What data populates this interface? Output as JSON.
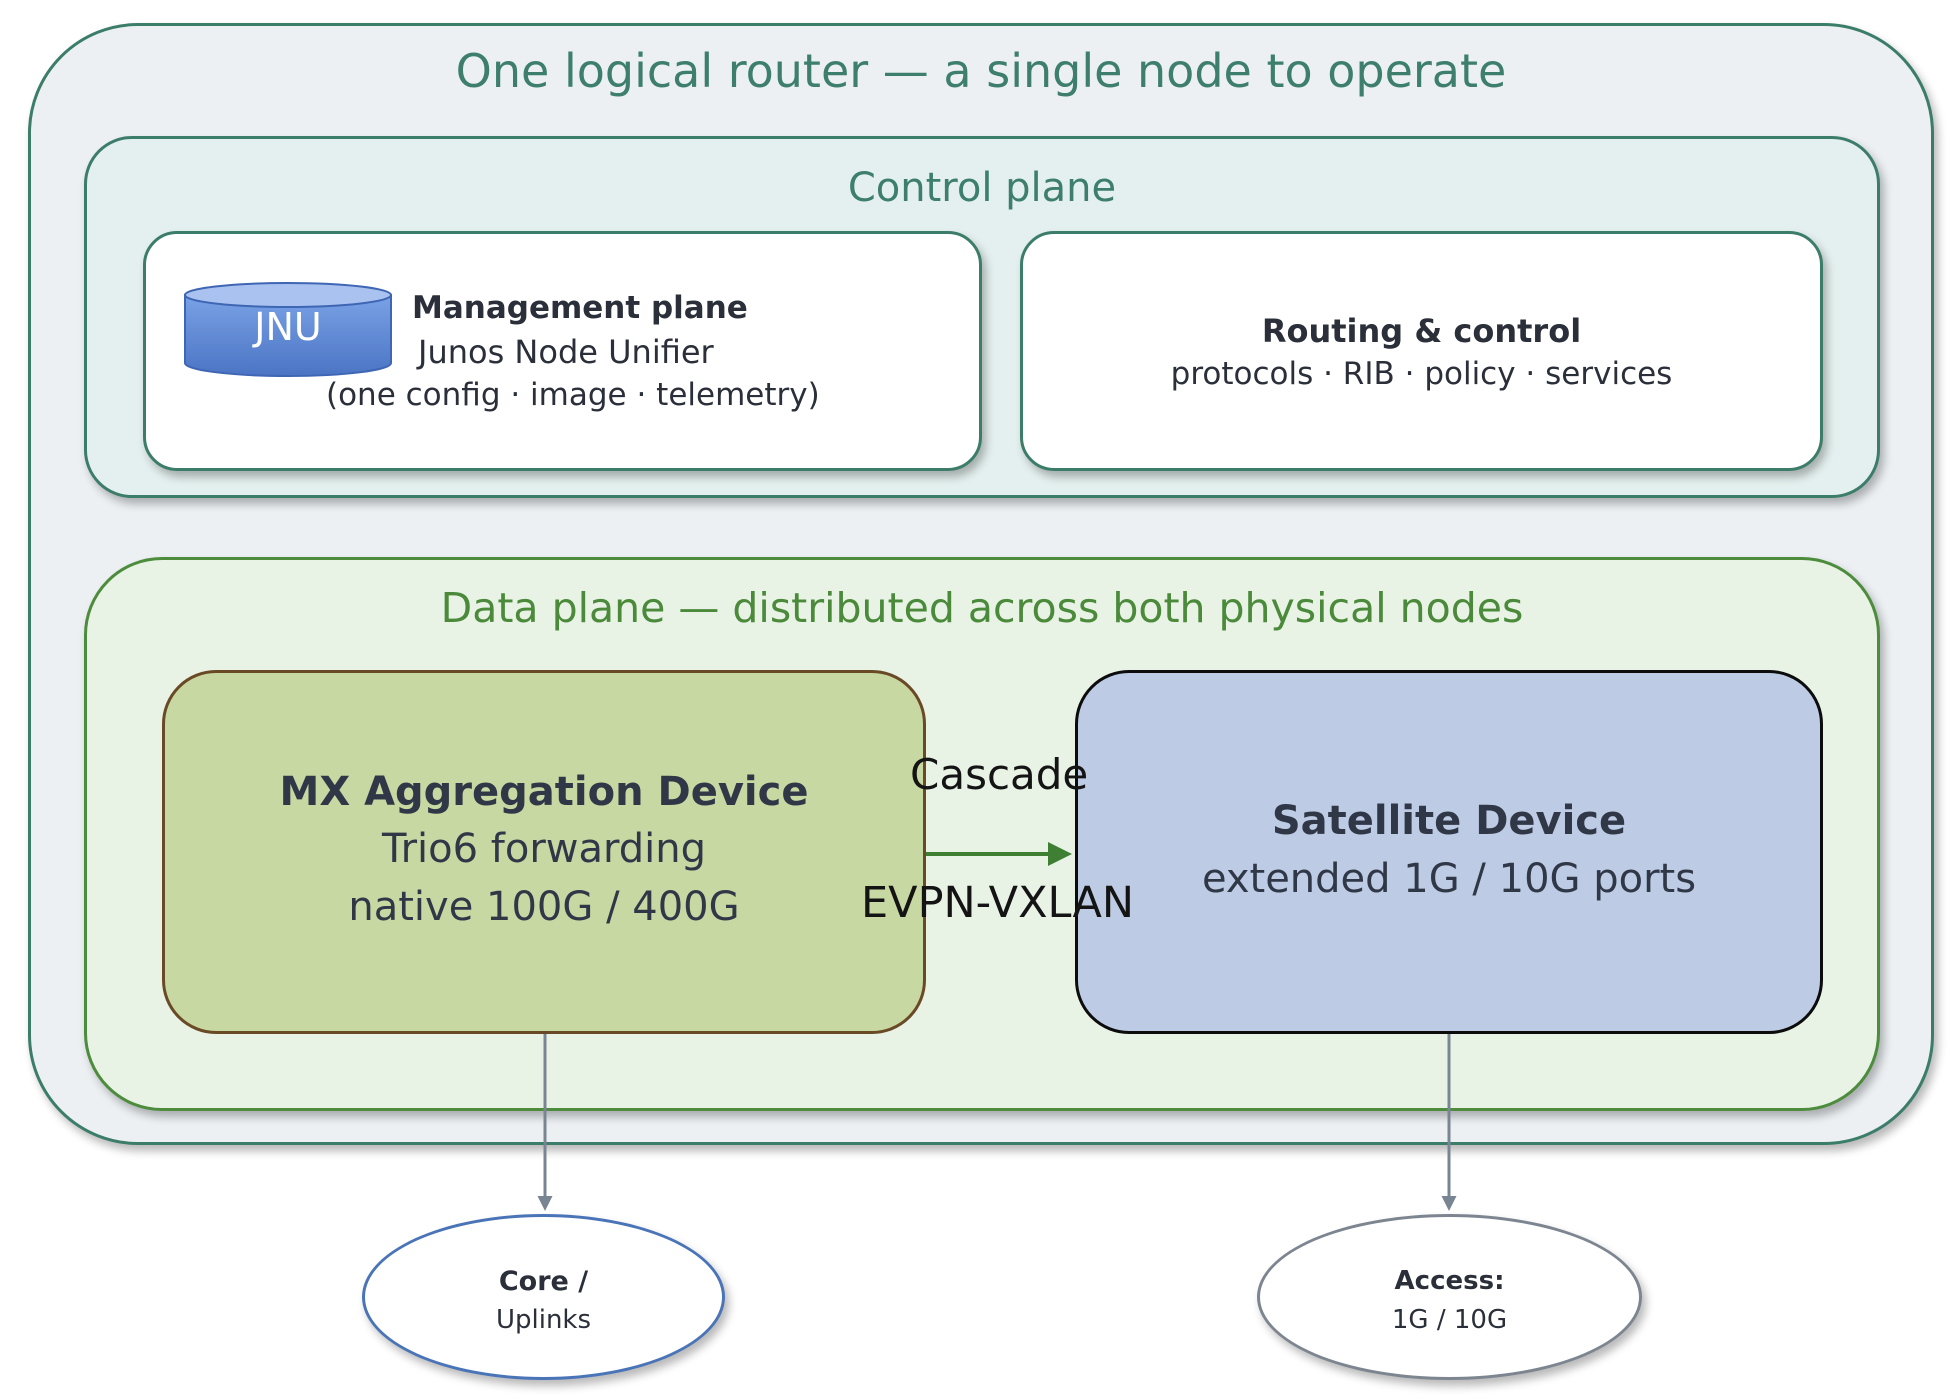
{
  "router": {
    "title": "One logical router — a single node to operate"
  },
  "control_plane": {
    "title": "Control plane",
    "management": {
      "icon_label": "JNU",
      "icon": "database-cylinder-icon",
      "title": "Management plane",
      "name": "Junos Node Unifier",
      "note": "(one config · image · telemetry)"
    },
    "routing": {
      "title": "Routing & control",
      "subtitle": "protocols · RIB · policy · services"
    }
  },
  "data_plane": {
    "title": "Data plane — distributed across both physical nodes",
    "mx_device": {
      "title": "MX Aggregation Device",
      "line1": "Trio6 forwarding",
      "line2": "native 100G / 400G"
    },
    "satellite_device": {
      "title": "Satellite Device",
      "line1": "extended 1G / 10G ports"
    },
    "link": {
      "label_top": "Cascade",
      "label_bottom": "EVPN-VXLAN"
    }
  },
  "endpoints": {
    "core": {
      "line1": "Core /",
      "line2": "Uplinks"
    },
    "access": {
      "line1": "Access:",
      "line2": "1G / 10G"
    }
  },
  "colors": {
    "router_border": "#3c7d6a",
    "router_fill": "#ecf0f3",
    "control_fill": "#e4f0ef",
    "data_border": "#4c8c3c",
    "data_fill": "#e8f3e6",
    "mx_fill": "#c8d8a2",
    "satellite_fill": "#bdcce4",
    "jnu_blue": "#5f88d6",
    "cascade_arrow": "#3f7f33",
    "drop_arrow": "#7a8594"
  }
}
